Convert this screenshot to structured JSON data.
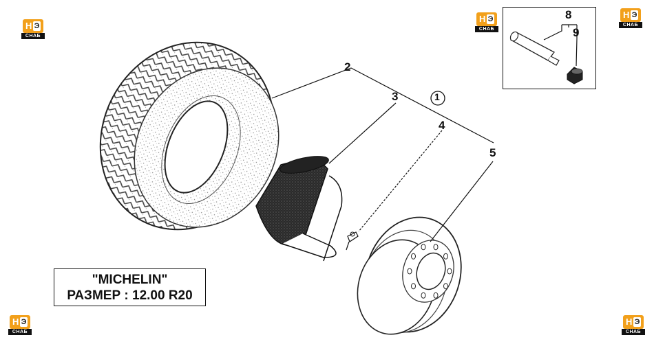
{
  "logo": {
    "glyph_h": "Н",
    "glyph_e": "Э",
    "caption": "СНАБ",
    "color": "#f2a01b"
  },
  "callouts": {
    "tyre": "2",
    "flap": "3",
    "assembly": "1",
    "valve": "4",
    "rim": "5",
    "valve_extension": "8",
    "valve_cap": "9"
  },
  "info_box": {
    "brand": "\"MICHELIN\"",
    "size": "РАЗМЕР : 12.00 R20"
  }
}
